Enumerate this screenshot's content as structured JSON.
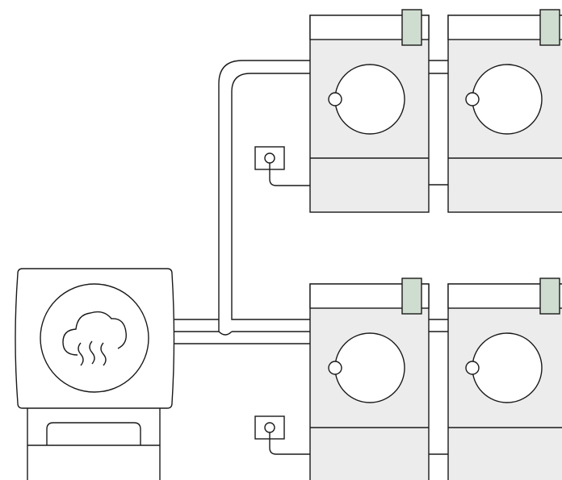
{
  "colors": {
    "background": "#ffffff",
    "stroke": "#1a1a1a",
    "appliance_fill": "#ececec",
    "badge_fill": "#cfdcd0",
    "pipe_fill": "#ffffff"
  },
  "icons": {
    "steam_generator": "cloud-steam-icon",
    "wall_outlet": "power-outlet-icon",
    "dryer_door": "round-door-icon",
    "status_tag": "green-tag-icon"
  },
  "diagram": {
    "source": {
      "type": "steam-generator",
      "symbol": "cloud-with-steam"
    },
    "rows": [
      {
        "row": "top",
        "machines": 2,
        "outlet": true
      },
      {
        "row": "bottom",
        "machines": 2,
        "outlet": true
      }
    ]
  }
}
